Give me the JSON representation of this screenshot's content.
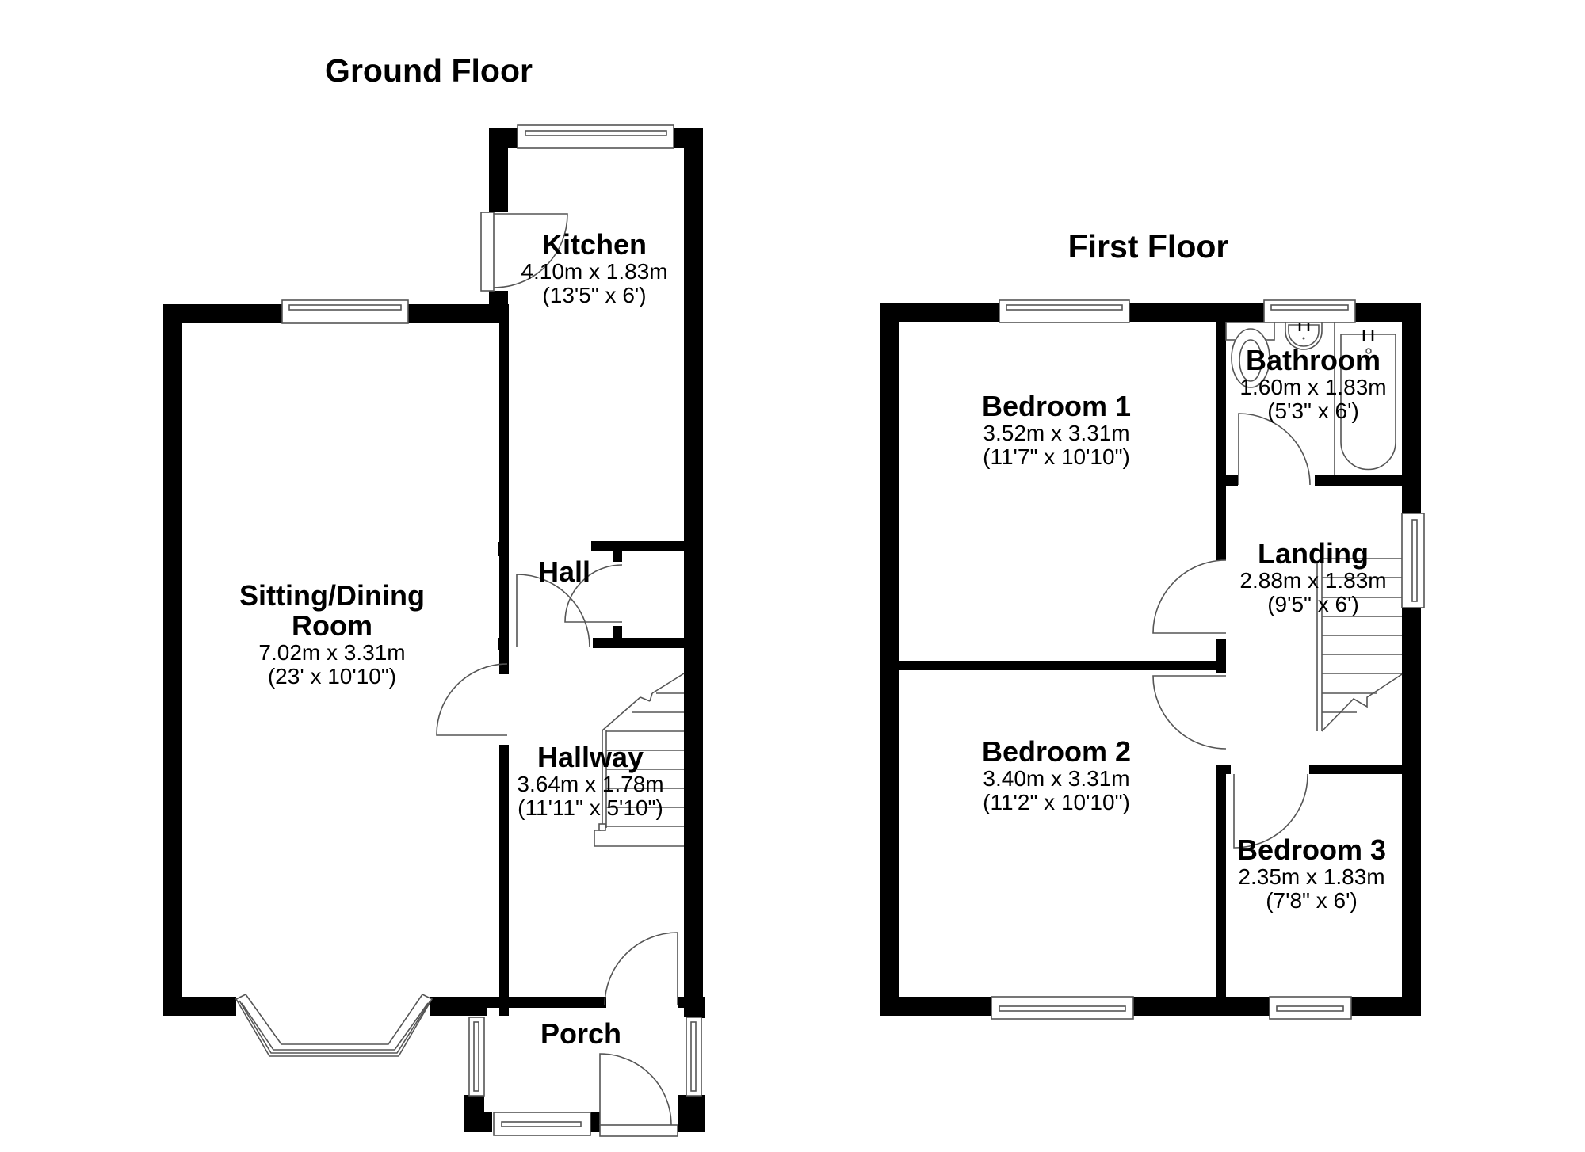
{
  "floors": [
    {
      "title": "Ground Floor",
      "rooms": [
        {
          "name": "Kitchen",
          "metric": "4.10m x 1.83m",
          "imperial": "(13'5\" x 6')"
        },
        {
          "name": "Hall",
          "metric": "",
          "imperial": ""
        },
        {
          "name_line1": "Sitting/Dining",
          "name_line2": "Room",
          "metric": "7.02m x 3.31m",
          "imperial": "(23' x 10'10\")"
        },
        {
          "name": "Hallway",
          "metric": "3.64m x 1.78m",
          "imperial": "(11'11\" x 5'10\")"
        },
        {
          "name": "Porch",
          "metric": "",
          "imperial": ""
        }
      ]
    },
    {
      "title": "First Floor",
      "rooms": [
        {
          "name": "Bedroom 1",
          "metric": "3.52m x 3.31m",
          "imperial": "(11'7\" x 10'10\")"
        },
        {
          "name": "Bathroom",
          "metric": "1.60m x 1.83m",
          "imperial": "(5'3\" x 6')"
        },
        {
          "name": "Landing",
          "metric": "2.88m x 1.83m",
          "imperial": "(9'5\" x 6')"
        },
        {
          "name": "Bedroom 2",
          "metric": "3.40m x 3.31m",
          "imperial": "(11'2\" x 10'10\")"
        },
        {
          "name": "Bedroom 3",
          "metric": "2.35m x 1.83m",
          "imperial": "(7'8\" x 6')"
        }
      ]
    }
  ],
  "colors": {
    "wall": "#000000",
    "fixture_line": "#555555",
    "background": "#ffffff"
  },
  "icons": [
    "window-icon",
    "door-swing-icon",
    "staircase-icon",
    "bath-icon",
    "wash-basin-icon",
    "toilet-icon",
    "bay-window-icon"
  ]
}
